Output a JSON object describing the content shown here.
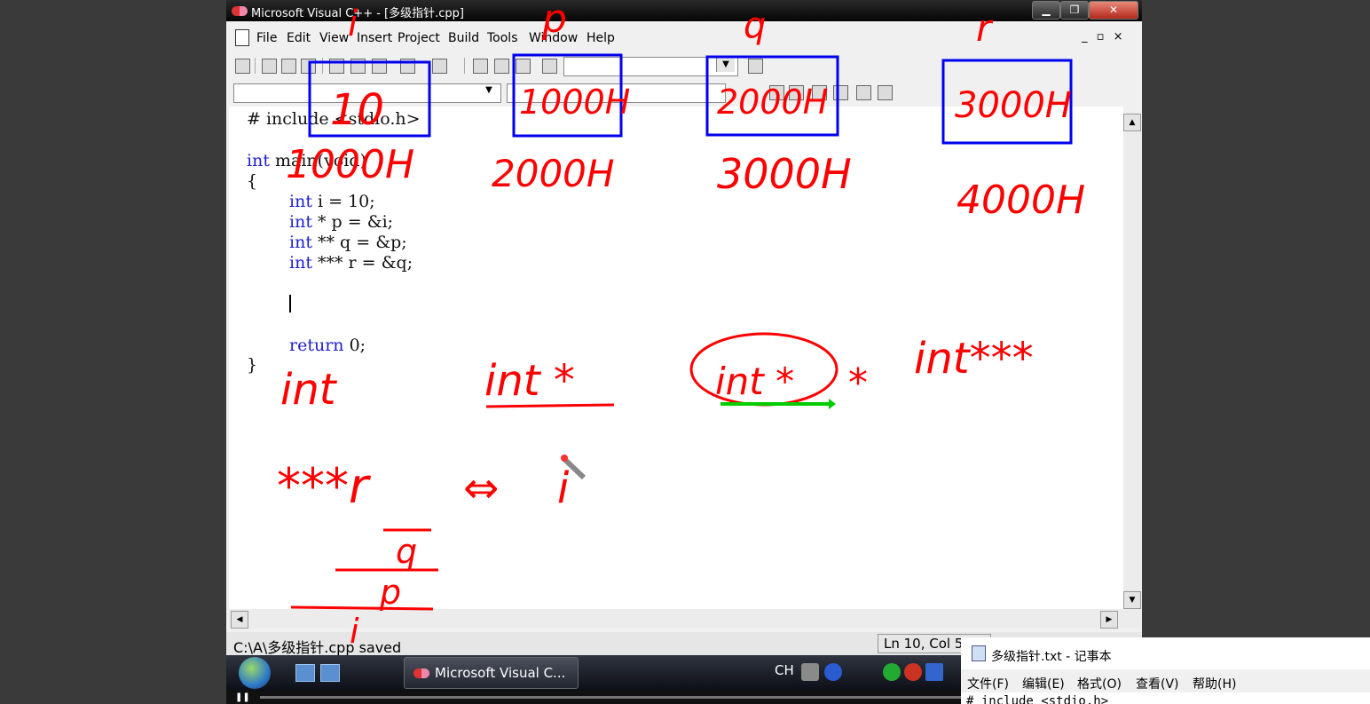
{
  "window": {
    "title": "Microsoft Visual C++ - [多级指针.cpp]",
    "controls": {
      "minimize": "▁",
      "maximize": "❐",
      "close": "✕"
    }
  },
  "menubar": {
    "items": [
      "File",
      "Edit",
      "View",
      "Insert",
      "Project",
      "Build",
      "Tools",
      "Window",
      "Help"
    ],
    "mdi_controls": "_ ▫ ×"
  },
  "toolbar": {
    "find_combo_value": "",
    "icons": [
      "new-file-icon",
      "open-icon",
      "save-icon",
      "save-all-icon",
      "cut-icon",
      "copy-icon",
      "paste-icon",
      "undo-icon",
      "redo-icon",
      "workspace-icon",
      "output-icon",
      "window-list-icon",
      "find-in-files-icon"
    ]
  },
  "editor": {
    "lines": [
      {
        "kw": "",
        "text": "# include <stdio.h>"
      },
      {
        "kw": "",
        "text": ""
      },
      {
        "kw": "int",
        "text": " main(void)"
      },
      {
        "kw": "",
        "text": "{"
      },
      {
        "kw": "int",
        "text": " i = 10;",
        "indent": true
      },
      {
        "kw": "int",
        "text": " * p = &i;",
        "indent": true
      },
      {
        "kw": "int",
        "text": " ** q = &p;",
        "indent": true
      },
      {
        "kw": "int",
        "text": " *** r = &q;",
        "indent": true
      },
      {
        "kw": "",
        "text": ""
      },
      {
        "kw": "",
        "text": ""
      },
      {
        "kw": "return",
        "text": " 0;",
        "indent": true
      },
      {
        "kw": "",
        "text": "}"
      }
    ]
  },
  "status": {
    "message": "C:\\A\\多级指针.cpp saved",
    "position": "Ln 10, Col 5"
  },
  "taskbar": {
    "task_label": "Microsoft Visual C...",
    "ime": "CH"
  },
  "notepad": {
    "title": "多级指针.txt - 记事本",
    "menu": [
      "文件(F)",
      "编辑(E)",
      "格式(O)",
      "查看(V)",
      "帮助(H)"
    ],
    "first_line": "# include <stdio.h>"
  },
  "annotations": {
    "var_labels": [
      "i",
      "p",
      "q",
      "r"
    ],
    "values": [
      "10",
      "1000H",
      "2000H",
      "3000H"
    ],
    "addresses": [
      "1000H",
      "2000H",
      "3000H",
      "4000H"
    ],
    "types": [
      "int",
      "int *",
      "int *",
      "*",
      "int***"
    ],
    "deref_lhs": "***r",
    "deref_arrow": "⇔",
    "deref_rhs": "i",
    "chain": [
      "q",
      "p",
      "i"
    ],
    "ink_color": "#ff0000",
    "box_color": "#0000ee",
    "underline_color": "#00cc00"
  }
}
